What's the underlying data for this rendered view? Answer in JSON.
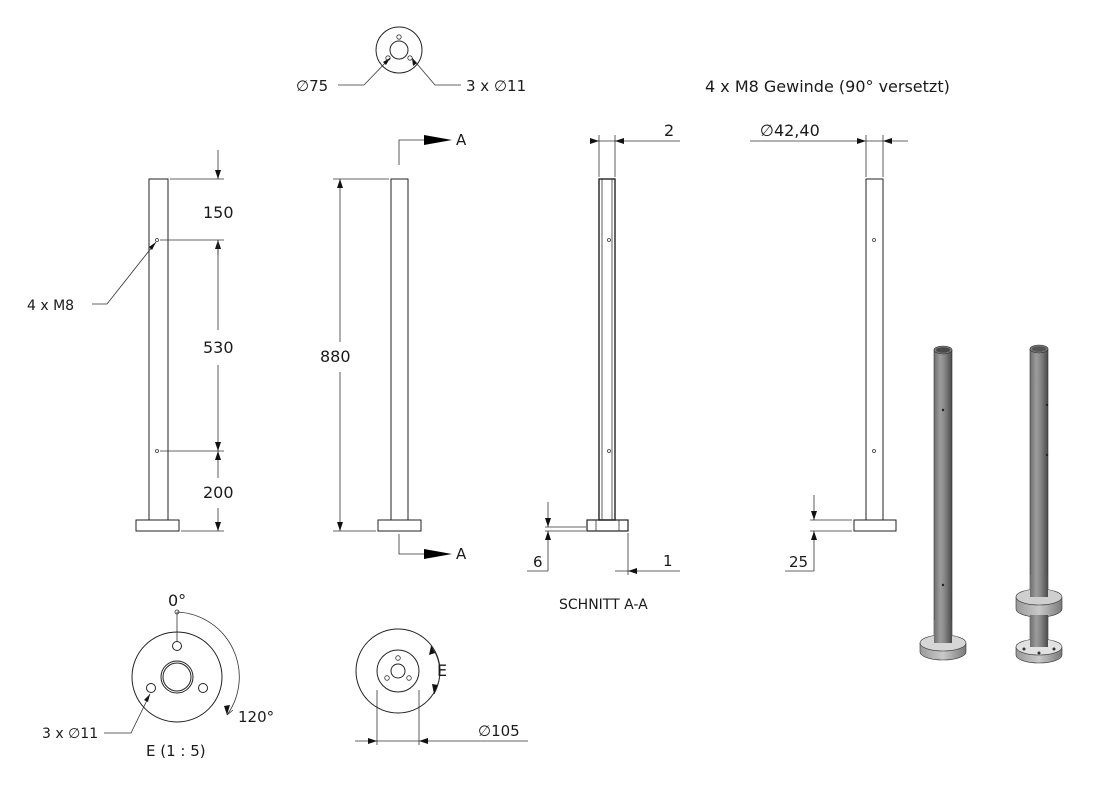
{
  "notes": {
    "thread_note": "4 x M8 Gewinde (90° versetzt)",
    "section_label": "SCHNITT A-A",
    "detail_label": "E (1 : 5)",
    "detail_letter": "E",
    "section_letter_top": "A",
    "section_letter_bottom": "A"
  },
  "dimensions": {
    "top_flange_dia": "∅75",
    "top_holes": "3 x ∅11",
    "left_150": "150",
    "left_530": "530",
    "left_200": "200",
    "left_thread": "4 x M8",
    "height_880": "880",
    "wall_2": "2",
    "base_6": "6",
    "base_1": "1",
    "tube_dia": "∅42,40",
    "base_25": "25",
    "detail_angle_0": "0°",
    "detail_angle_120": "120°",
    "detail_holes": "3 x ∅11",
    "bottom_dia": "∅105"
  }
}
